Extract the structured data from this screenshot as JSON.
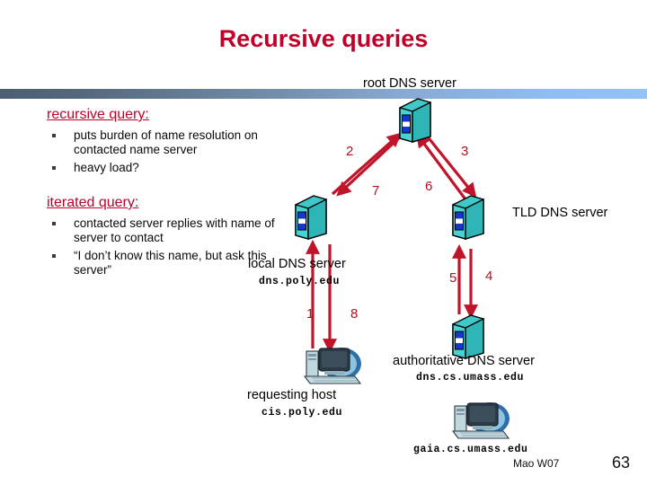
{
  "slide": {
    "title": "Recursive queries",
    "footer_author": "Mao W07",
    "page_number": "63",
    "accent_color": "#C00028",
    "arrow_color": "#B01020",
    "server_color": "#3FC8C8",
    "bar_gradient_from": "#4a5f72",
    "bar_gradient_to": "#95c2f5"
  },
  "left_column": {
    "recursive": {
      "heading": "recursive query:",
      "bullets": [
        "puts burden of name resolution on contacted name server",
        "heavy load?"
      ]
    },
    "iterated": {
      "heading": "iterated query:",
      "bullets": [
        "contacted server replies with name of server to contact",
        "“I don’t know this name, but ask this server”"
      ]
    }
  },
  "diagram": {
    "nodes": {
      "root": {
        "label": "root DNS server",
        "icon": "server-tower-icon"
      },
      "local": {
        "label": "local DNS server",
        "hostname": "dns.poly.edu",
        "icon": "server-tower-icon"
      },
      "tld": {
        "label": "TLD DNS server",
        "icon": "server-tower-icon"
      },
      "authoritative": {
        "label": "authoritative DNS server",
        "hostname": "dns.cs.umass.edu",
        "icon": "server-tower-icon"
      },
      "requesting_host": {
        "label": "requesting host",
        "hostname": "cis.poly.edu",
        "icon": "desktop-computer-icon"
      },
      "target_host": {
        "hostname": "gaia.cs.umass.edu",
        "icon": "desktop-computer-icon"
      }
    },
    "steps": [
      {
        "number": "1",
        "from": "requesting host",
        "to": "local DNS server",
        "direction": "up"
      },
      {
        "number": "2",
        "from": "local DNS server",
        "to": "root DNS server",
        "direction": "up-right"
      },
      {
        "number": "3",
        "from": "root DNS server",
        "to": "TLD DNS server",
        "direction": "down-right"
      },
      {
        "number": "4",
        "from": "TLD DNS server",
        "to": "authoritative DNS server",
        "direction": "down"
      },
      {
        "number": "5",
        "from": "authoritative DNS server",
        "to": "TLD DNS server",
        "direction": "up"
      },
      {
        "number": "6",
        "from": "TLD DNS server",
        "to": "root DNS server",
        "direction": "up-left"
      },
      {
        "number": "7",
        "from": "root DNS server",
        "to": "local DNS server",
        "direction": "down-left"
      },
      {
        "number": "8",
        "from": "local DNS server",
        "to": "requesting host",
        "direction": "down"
      }
    ]
  }
}
